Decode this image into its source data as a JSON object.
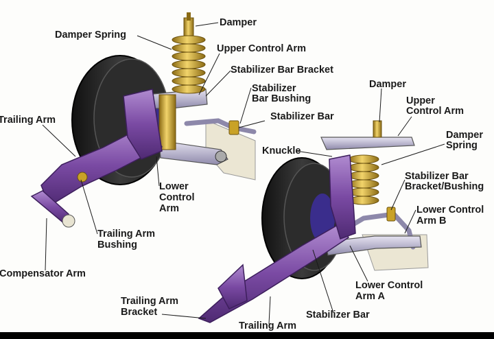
{
  "labels": {
    "left_damper": "Damper",
    "left_damper_spring": "Damper Spring",
    "left_upper_control_arm": "Upper Control Arm",
    "left_stabilizer_bar_bracket": "Stabilizer Bar Bracket",
    "left_stabilizer_bar_bushing_1": "Stabilizer",
    "left_stabilizer_bar_bushing_2": "Bar Bushing",
    "left_stabilizer_bar": "Stabilizer Bar",
    "left_trailing_arm": "Trailing Arm",
    "left_lower_control_arm_1": "Lower",
    "left_lower_control_arm_2": "Control",
    "left_lower_control_arm_3": "Arm",
    "left_trailing_arm_bushing_1": "Trailing Arm",
    "left_trailing_arm_bushing_2": "Bushing",
    "left_compensator_arm": "Compensator Arm",
    "right_damper": "Damper",
    "right_upper_control_arm_1": "Upper",
    "right_upper_control_arm_2": "Control Arm",
    "right_damper_spring_1": "Damper",
    "right_damper_spring_2": "Spring",
    "right_knuckle": "Knuckle",
    "right_stabilizer_bar_bracket_1": "Stabilizer Bar",
    "right_stabilizer_bar_bracket_2": "Bracket/Bushing",
    "right_lower_control_arm_b_1": "Lower Control",
    "right_lower_control_arm_b_2": "Arm B",
    "right_lower_control_arm_a_1": "Lower Control",
    "right_lower_control_arm_a_2": "Arm A",
    "right_stabilizer_bar": "Stabilizer Bar",
    "right_trailing_arm_bracket_1": "Trailing Arm",
    "right_trailing_arm_bracket_2": "Bracket",
    "right_trailing_arm": "Trailing Arm"
  },
  "colors": {
    "tire": "#1f1f1f",
    "tire_tread": "#4a4a4a",
    "arm_purple": "#6e3f97",
    "arm_purple_light": "#a57bc6",
    "hub_blue": "#3a2d8c",
    "spring_gold": "#c9a227",
    "damper_gold": "#d9b441",
    "bar_lavender": "#c7c3dc",
    "body_panel": "#e9e4d0",
    "leader_line": "#1a1a1a"
  }
}
